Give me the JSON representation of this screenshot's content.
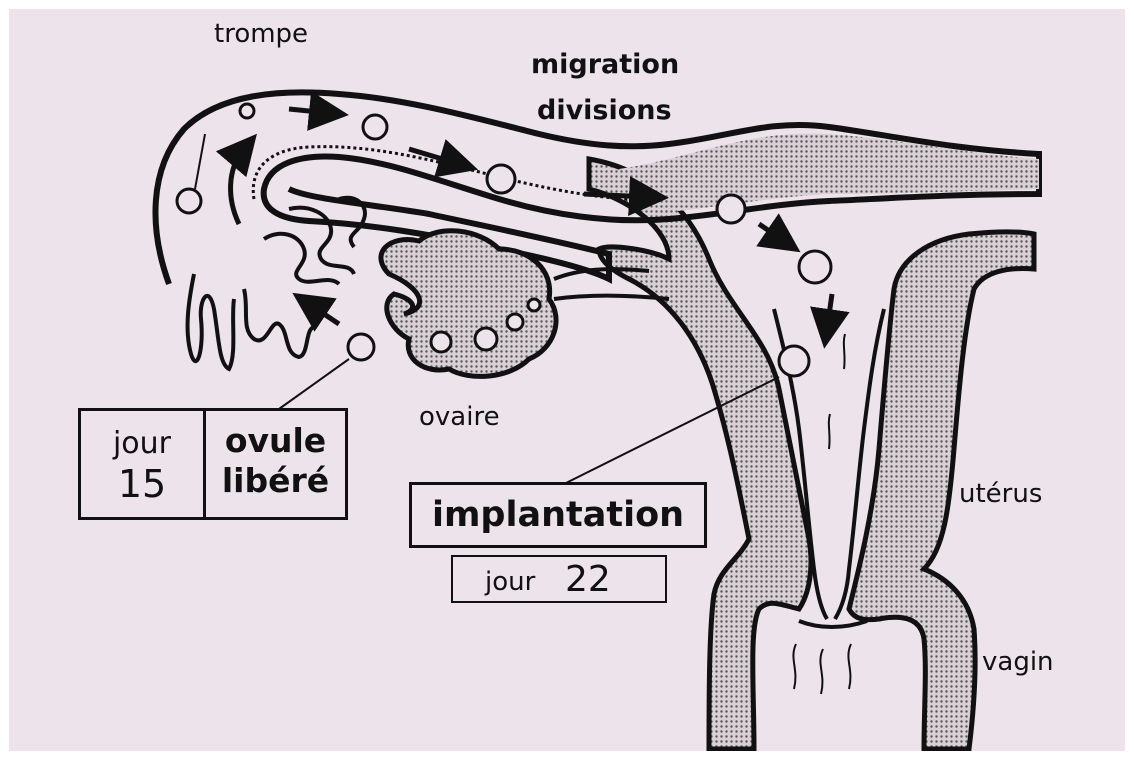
{
  "labels": {
    "trompe": "trompe",
    "migration": "migration",
    "divisions": "divisions",
    "ovaire": "ovaire",
    "uterus": "utérus",
    "vagin": "vagin"
  },
  "ovulation_box": {
    "day_word": "jour",
    "day_number": "15",
    "event_line1": "ovule",
    "event_line2": "libéré"
  },
  "implantation_box": {
    "title": "implantation",
    "day_word": "jour",
    "day_number": "22"
  },
  "colors": {
    "background": "#ede3ea",
    "ink": "#111111",
    "tissue": "#b9b0b6"
  }
}
